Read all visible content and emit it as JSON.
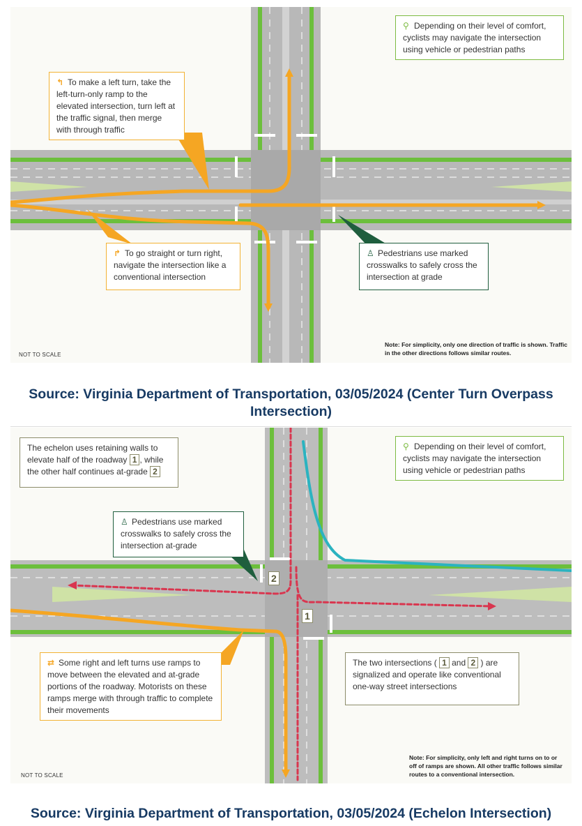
{
  "figure1": {
    "callout_left_turn": "To make a left turn, take the left-turn-only ramp to the elevated intersection, turn left at the traffic signal, then merge with through traffic",
    "callout_cyclists": "Depending on their level of comfort, cyclists may navigate the intersection using vehicle or pedestrian paths",
    "callout_straight": "To go straight or turn right, navigate the intersection like a conventional intersection",
    "callout_pedestrians": "Pedestrians use marked crosswalks to safely cross the intersection at grade",
    "not_to_scale": "NOT TO SCALE",
    "note": "Note: For simplicity, only one direction of traffic is shown. Traffic in the other directions follows similar routes.",
    "caption": "Source: Virginia Department of Transportation, 03/05/2024 (Center Turn Overpass Intersection)"
  },
  "figure2": {
    "callout_echelon_a": "The echelon uses retaining walls to elevate half of the roadway",
    "callout_echelon_b": ", while the other half continues at-grade",
    "callout_cyclists": "Depending on their level of comfort, cyclists may navigate the intersection using vehicle or pedestrian paths",
    "callout_pedestrians": "Pedestrians use marked crosswalks to safely cross the intersection at-grade",
    "callout_ramps": "Some right and left turns use ramps to move between the elevated and at-grade portions of the roadway. Motorists on these ramps merge with through traffic to complete their movements",
    "callout_two_a": "The two intersections (",
    "callout_two_and": "and",
    "callout_two_b": ") are signalized and operate like conventional one-way street intersections",
    "label_1": "1",
    "label_2": "2",
    "not_to_scale": "NOT TO SCALE",
    "note": "Note: For simplicity, only left and right turns on to or off of ramps are shown. All other traffic follows similar routes to a conventional intersection.",
    "caption": "Source: Virginia Department of Transportation, 03/05/2024 (Echelon Intersection)"
  },
  "colors": {
    "route": "#f5a623",
    "cyan": "#2bb3c0",
    "red_route": "#d9364f",
    "asphalt": "#b9b9b9",
    "grass": "#6cbf3c",
    "caption": "#173a63"
  },
  "icons": {
    "left_turn": "left-turn-arrow-icon",
    "straight_right": "straight-right-arrow-icon",
    "bicycle": "bicycle-icon",
    "pedestrian": "pedestrian-icon",
    "split_arrow": "split-arrow-icon"
  }
}
